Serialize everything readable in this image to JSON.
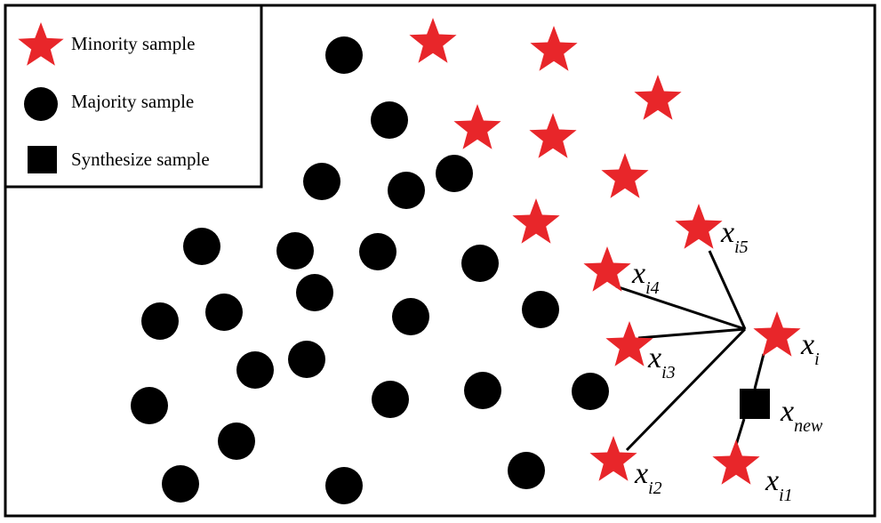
{
  "legend": {
    "minority": "Minority sample",
    "majority": "Majority sample",
    "synthesize": "Synthesize sample"
  },
  "labels": {
    "xi": {
      "main": "x",
      "sub": "i"
    },
    "xi1": {
      "main": "x",
      "sub": "i1"
    },
    "xi2": {
      "main": "x",
      "sub": "i2"
    },
    "xi3": {
      "main": "x",
      "sub": "i3"
    },
    "xi4": {
      "main": "x",
      "sub": "i4"
    },
    "xi5": {
      "main": "x",
      "sub": "i5"
    },
    "xnew": {
      "main": "x",
      "sub": "new"
    }
  },
  "colors": {
    "minority": "#e8262a",
    "majority": "#000000",
    "synthesize": "#000000",
    "border": "#000000"
  },
  "icons": {
    "minority": "star-icon",
    "majority": "circle-icon",
    "synthesize": "square-icon"
  }
}
